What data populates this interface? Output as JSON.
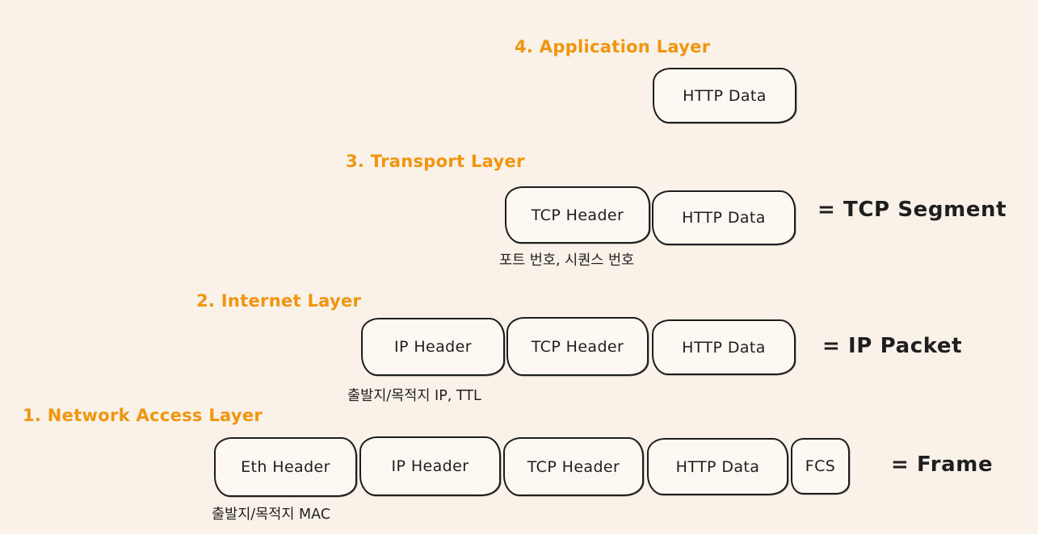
{
  "canvas": {
    "background_color": "#faf1e8",
    "stroke_color": "#1e1e1e",
    "accent_color": "#f0950c"
  },
  "diagram": {
    "topic": "TCP/IP encapsulation layers",
    "layers": [
      {
        "id": "application",
        "title": "4. Application Layer",
        "boxes": [
          "HTTP Data"
        ],
        "result": "",
        "annotation": ""
      },
      {
        "id": "transport",
        "title": "3. Transport Layer",
        "boxes": [
          "TCP Header",
          "HTTP Data"
        ],
        "result": "= TCP Segment",
        "annotation": "포트 번호, 시퀀스 번호"
      },
      {
        "id": "internet",
        "title": "2. Internet Layer",
        "boxes": [
          "IP Header",
          "TCP Header",
          "HTTP Data"
        ],
        "result": "= IP Packet",
        "annotation": "출발지/목적지 IP, TTL"
      },
      {
        "id": "network-access",
        "title": "1. Network Access Layer",
        "boxes": [
          "Eth Header",
          "IP Header",
          "TCP Header",
          "HTTP Data",
          "FCS"
        ],
        "result": "= Frame",
        "annotation": "출발지/목적지 MAC"
      }
    ]
  }
}
